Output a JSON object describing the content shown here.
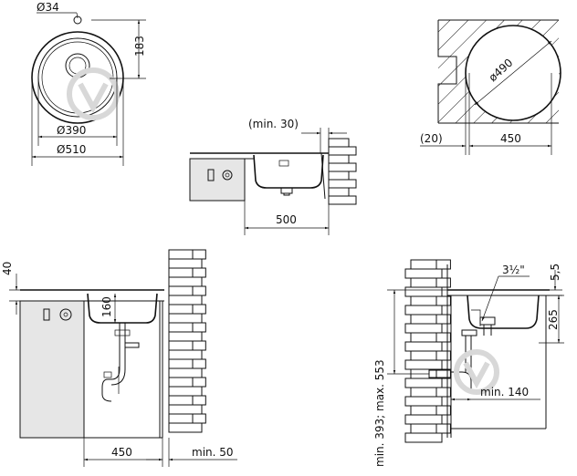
{
  "top_left": {
    "hole_diameter": "Ø34",
    "offset": "183",
    "inner_diameter": "Ø390",
    "outer_diameter": "Ø510"
  },
  "top_center": {
    "min_edge": "(min. 30)",
    "width": "500"
  },
  "top_right": {
    "cutout_diameter": "ø490",
    "edge_offset": "(20)",
    "width": "450"
  },
  "bottom_left": {
    "counter_thickness": "40",
    "depth": "160",
    "width": "450",
    "wall_gap": "min. 50"
  },
  "bottom_right": {
    "pipe_size": "3½\"",
    "rim": "5,5",
    "bowl_depth": "265",
    "drain_height": "min. 393; max. 553",
    "min_offset": "min. 140"
  }
}
